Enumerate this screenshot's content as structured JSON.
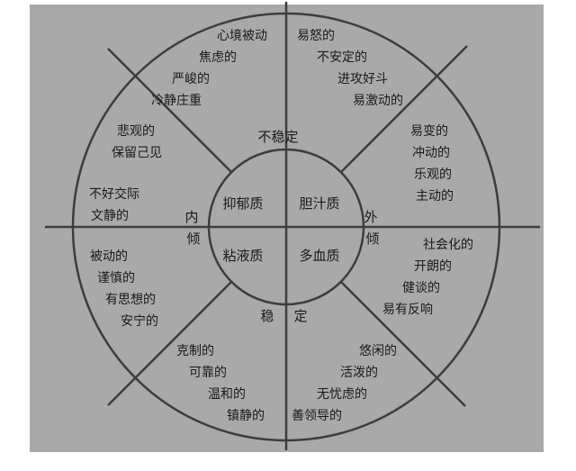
{
  "temperaments": {
    "melancholic": "抑郁质",
    "choleric": "胆汁质",
    "phlegmatic": "粘液质",
    "sanguine": "多血质"
  },
  "axes": {
    "unstable": "不稳定",
    "stable_1": "稳",
    "stable_2": "定",
    "introvert_1": "内",
    "introvert_2": "倾",
    "extrovert_1": "外",
    "extrovert_2": "倾"
  },
  "traits": {
    "ur_1": [
      "易怒的",
      "不安定的",
      "进攻好斗",
      "易激动的"
    ],
    "ur_2": [
      "易变的",
      "冲动的",
      "乐观的",
      "主动的"
    ],
    "lr_1": [
      "社会化的",
      "开朗的",
      "健谈的",
      "易有反响"
    ],
    "lr_2": [
      "悠闲的",
      "活泼的",
      "无忧虑的",
      "善领导的"
    ],
    "ll_2": [
      "克制的",
      "可靠的",
      "温和的",
      "镇静的"
    ],
    "ll_1": [
      "被动的",
      "谨慎的",
      "有思想的",
      "安宁的"
    ],
    "ul_2": [
      "不好交际",
      "文静的"
    ],
    "ul_1a": [
      "悲观的",
      "保留己见"
    ],
    "ul_1b": [
      "心境被动",
      "焦虑的",
      "严峻的",
      "冷静庄重"
    ]
  },
  "colors": {
    "background": "#a9a9a9",
    "line": "#3d3d3d",
    "text": "#1a1a1a"
  }
}
